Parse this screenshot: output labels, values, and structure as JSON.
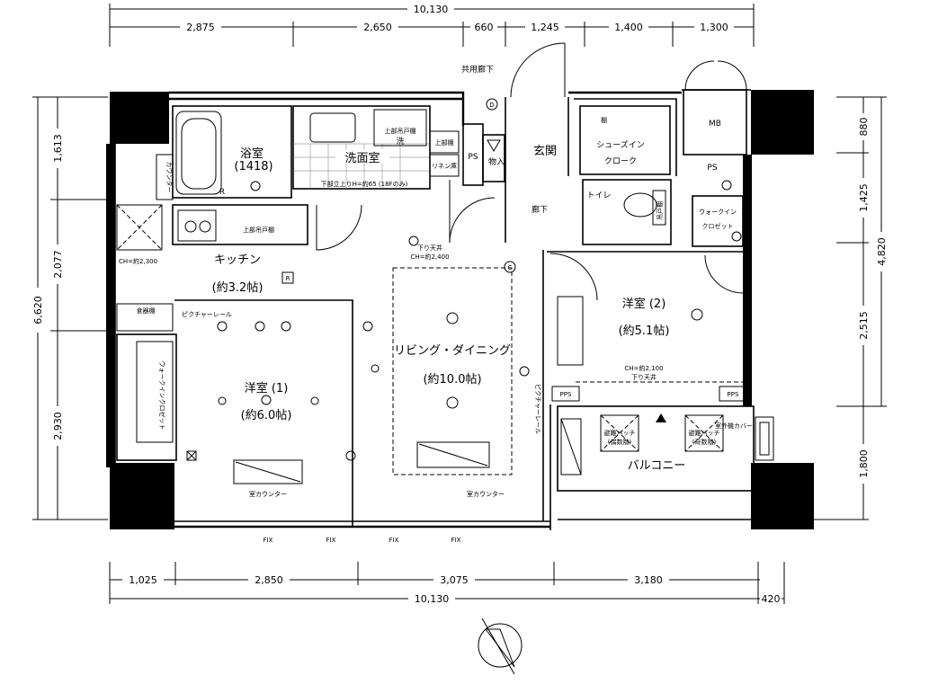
{
  "dimensions": {
    "top_total": "10,130",
    "top_segments": [
      "2,875",
      "2,650",
      "660",
      "1,245",
      "1,400",
      "1,300"
    ],
    "bottom_segments": [
      "1,025",
      "2,850",
      "3,075",
      "3,180"
    ],
    "bottom_total": "10,130",
    "bottom_extra": "420",
    "left_total": "6,620",
    "left_segments": [
      "1,613",
      "2,077",
      "2,930"
    ],
    "right_segments": [
      "880",
      "1,425",
      "2,515",
      "1,800"
    ],
    "right_total": "4,820"
  },
  "rooms": {
    "corridor": "共用廊下",
    "bath": "浴室",
    "bath_size": "(1418)",
    "counter_bath": "カウンター",
    "washroom": "洗面室",
    "washroom_note": "下部立上りH=約65 (18Fのみ)",
    "shelf_top": "上部吊戸棚",
    "wash": "洗",
    "upper_cabinet": "上部棚",
    "linen": "リネン庫",
    "ps1": "PS",
    "storage": "物入",
    "entrance": "玄関",
    "shoe_cloak": "シューズイン",
    "shoe_cloak2": "クローク",
    "shelf": "棚",
    "mb": "MB",
    "ps2": "PS",
    "hall": "廊下",
    "toilet": "トイレ",
    "toilet_cab": "吊戸棚",
    "walkin_closet": "ウォークイン",
    "walkin_closet2": "クロゼット",
    "kitchen": "キッチン",
    "kitchen_size": "(約3.2帖)",
    "kitchen_upper": "上部吊戸棚",
    "ch_kitchen": "CH=約2,300",
    "down_ceiling": "下り天井",
    "ch_living": "CH=約2,400",
    "shelf_left": "食器棚",
    "picture_rail": "ピクチャーレール",
    "bedroom1": "洋室 (1)",
    "bedroom1_size": "(約6.0帖)",
    "walkin_left": "ウォークインクロゼット",
    "living": "リビング・ダイニング",
    "living_size": "(約10.0帖)",
    "bedroom2": "洋室 (2)",
    "bedroom2_size": "(約5.1帖)",
    "ch_bedroom2": "CH=約2,100",
    "down_ceiling2": "下り天井",
    "picture_rail2": "ピクチャーレール",
    "pps1": "PPS",
    "pps2": "PPS",
    "hatch1": "避難ハッチ",
    "hatch1_note": "(偶数階)",
    "hatch2": "避難ハッチ",
    "hatch2_note": "(奇数階)",
    "ac_cover": "室外機カバー",
    "balcony": "バルコニー",
    "counter_left": "室カウンター",
    "counter_right": "室カウンター",
    "fix1": "FIX",
    "fix2": "FIX",
    "fix3": "FIX",
    "fix4": "FIX",
    "ref_r1": "R",
    "ref_r2": "R",
    "ref_d": "D",
    "ref_c": "C"
  }
}
